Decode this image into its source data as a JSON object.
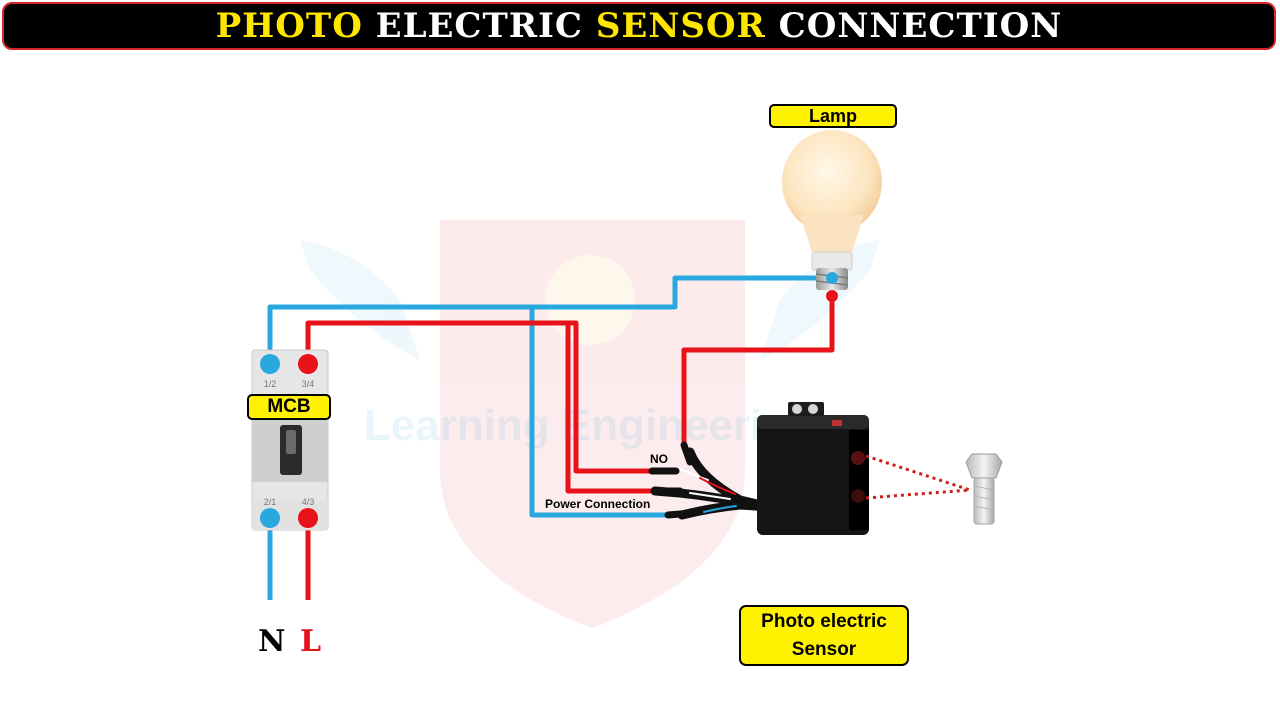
{
  "title": {
    "word1": "PHOTO",
    "word2": "ELECTRIC",
    "word3": "SENSOR",
    "word4": "CONNECTION"
  },
  "labels": {
    "lamp": "Lamp",
    "mcb": "MCB",
    "sensor_line1": "Photo electric",
    "sensor_line2": "Sensor",
    "no_wire": "NO",
    "power_connection": "Power Connection",
    "neutral": "N",
    "live": "L"
  },
  "mcb_terminals": {
    "top_left": "1/2",
    "top_right": "3/4",
    "bottom_left": "2/1",
    "bottom_right": "4/3"
  },
  "watermark": "Learning Engineering",
  "colors": {
    "live_wire": "#e8121b",
    "neutral_wire": "#29a8e0",
    "label_bg": "#fff200",
    "title_yellow": "#ffe600",
    "title_border": "#d9262c"
  }
}
